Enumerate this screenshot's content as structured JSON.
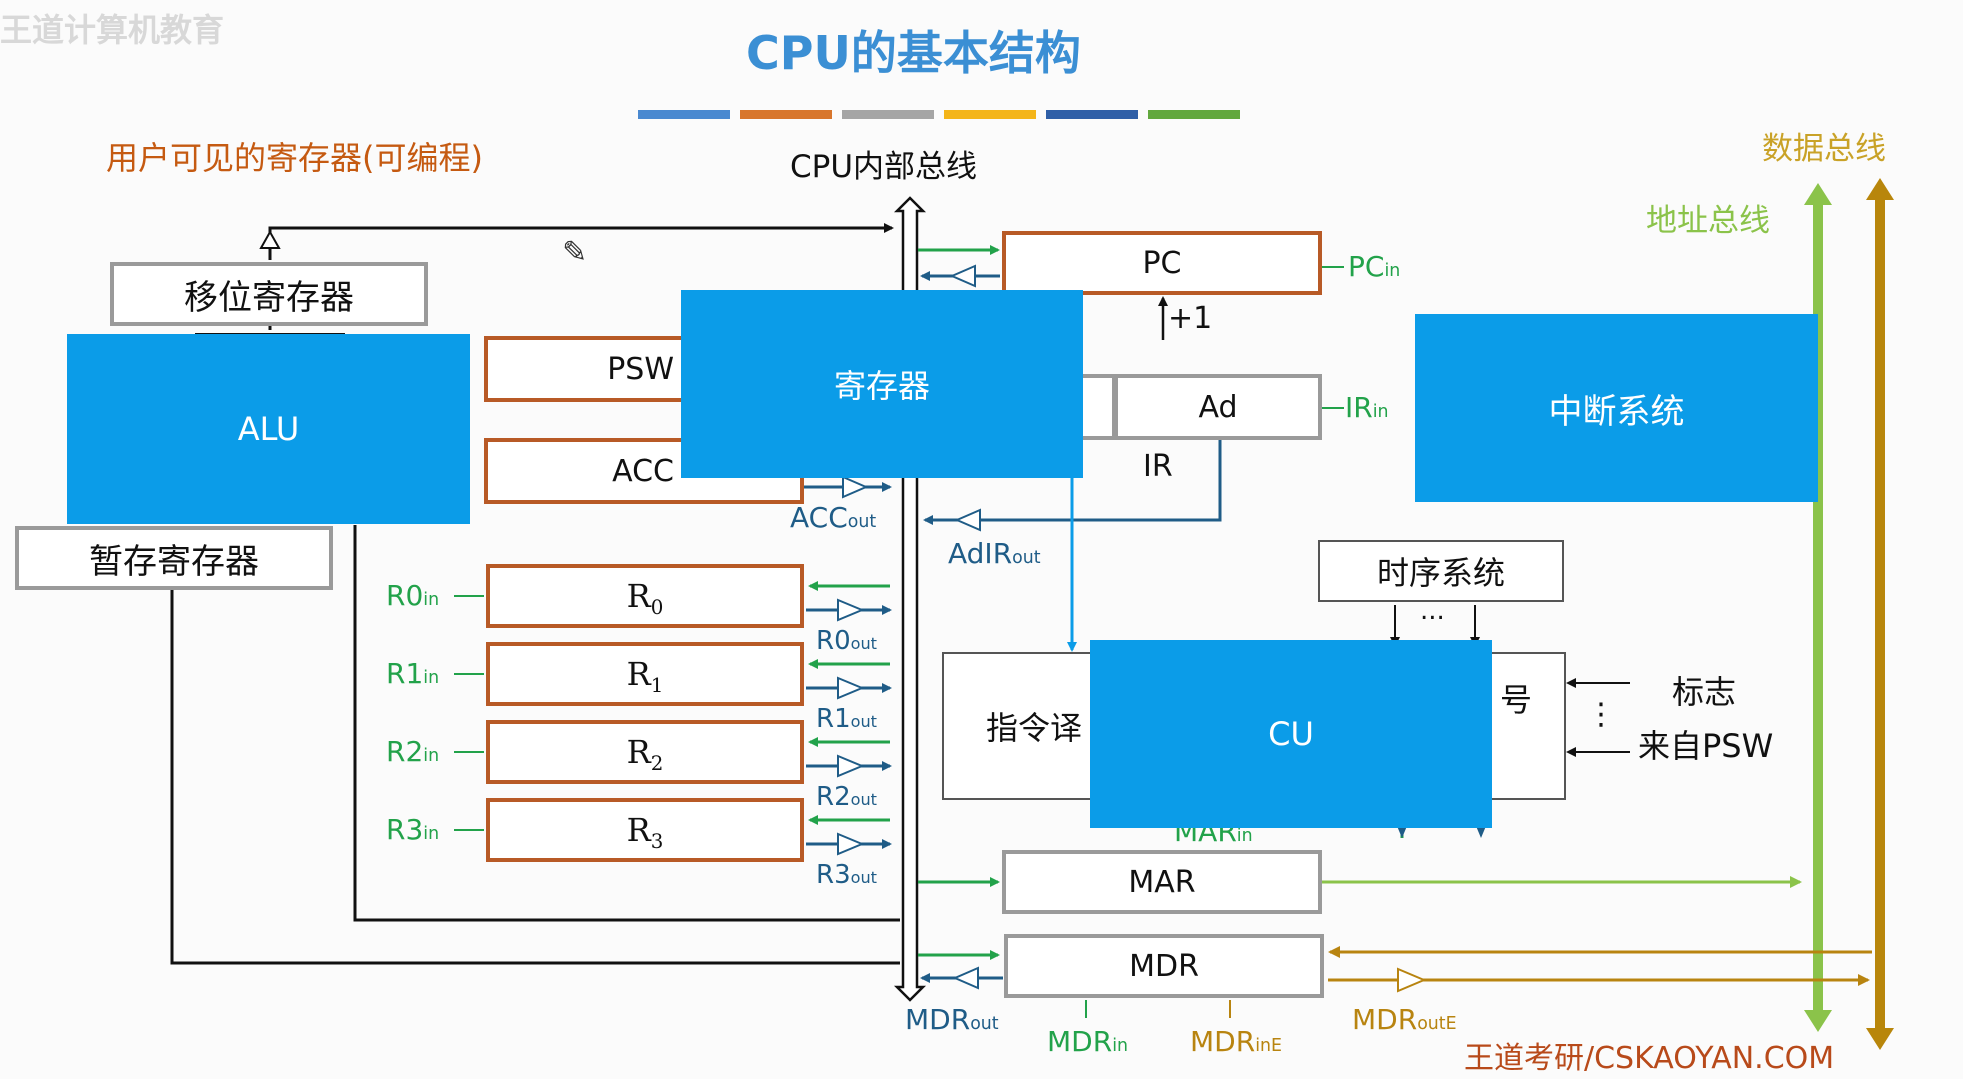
{
  "watermark": "王道计算机教育",
  "title": "CPU的基本结构",
  "title_bar_colors": [
    "#4a89d0",
    "#d8762c",
    "#a5a5a5",
    "#f4b51a",
    "#2f5fa7",
    "#62a83e"
  ],
  "user_visible_label": "用户可见的寄存器(可编程)",
  "internal_bus_label": "CPU内部总线",
  "data_bus_label": "数据总线",
  "address_bus_label": "地址总线",
  "boxes": {
    "shift_register": "移位寄存器",
    "alu": "ALU",
    "temp_register": "暂存寄存器",
    "psw": "PSW",
    "acc": "ACC",
    "registers_overlay": "寄存器",
    "pc": "PC",
    "ad": "Ad",
    "ir": "IR",
    "interrupt_system": "中断系统",
    "timing_system": "时序系统",
    "instruction_decoder_partial": "指令译",
    "signal_partial": "号",
    "cu": "CU",
    "mar": "MAR",
    "mdr": "MDR"
  },
  "general_registers": [
    {
      "main": "R",
      "sub": "0",
      "in": "R0",
      "out": "R0"
    },
    {
      "main": "R",
      "sub": "1",
      "in": "R1",
      "out": "R1"
    },
    {
      "main": "R",
      "sub": "2",
      "in": "R2",
      "out": "R2"
    },
    {
      "main": "R",
      "sub": "3",
      "in": "R3",
      "out": "R3"
    }
  ],
  "suffix": {
    "in": "in",
    "out": "out",
    "inE": "inE",
    "outE": "outE"
  },
  "signals": {
    "pc_in": "PC",
    "plus_one": "+1",
    "ir_in": "IR",
    "acc_out": "ACC",
    "adir_out": "AdIR",
    "mar_in": "MAR",
    "mdr_out": "MDR",
    "mdr_in": "MDR",
    "mdr_in_e": "MDR",
    "mdr_out_e": "MDR"
  },
  "flags": {
    "title": "标志",
    "from": "来自PSW",
    "dots": "⋮",
    "timing_dots": "..."
  },
  "footer": "王道考研/CSKAOYAN.COM",
  "icons": [
    "pencil-icon"
  ],
  "colors": {
    "register_border": "#b85a26",
    "box_border": "#9a9a9a",
    "overlay_blue": "#0b9ce8",
    "green_signal": "#22a24a",
    "blue_signal": "#1f5c87",
    "gold_signal": "#b88410",
    "data_bus": "#b8860b",
    "address_bus": "#8bc34a"
  }
}
